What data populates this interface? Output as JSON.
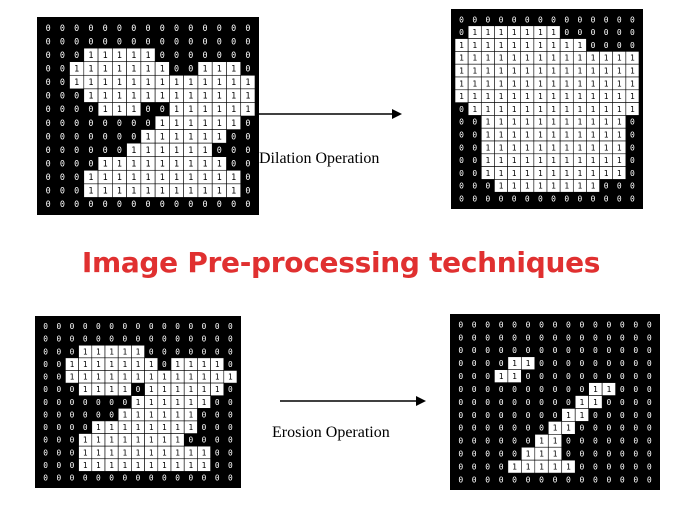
{
  "title": {
    "text": "Image Pre-processing techniques",
    "color": "#e03030"
  },
  "operations": {
    "dilation": {
      "label": "Dilation Operation"
    },
    "erosion": {
      "label": "Erosion Operation"
    }
  },
  "colors": {
    "background": "#000000",
    "foreground": "#ffffff",
    "cell_border": "#000000"
  },
  "grids": {
    "original_top": {
      "cols": 15,
      "rows": 14,
      "cells": [
        "000000000000000",
        "000000000000000",
        "000111110000000",
        "001111111001110",
        "001111111111111",
        "000111111111111",
        "000011100111111",
        "000000001111110",
        "000000011111100",
        "000000111111000",
        "000011111111100",
        "000111111111110",
        "000111111111110",
        "000000000000000"
      ]
    },
    "dilated": {
      "cols": 14,
      "rows": 15,
      "cells": [
        "00000000000000",
        "01111111000000",
        "11111111110000",
        "11111111111111",
        "11111111111111",
        "11111111111111",
        "11111111111111",
        "01111111111111",
        "00111111111110",
        "00111111111110",
        "00111111111110",
        "00111111111110",
        "00111111111110",
        "00011111111000",
        "00000000000000"
      ]
    },
    "original_bottom": {
      "cols": 15,
      "rows": 13,
      "cells": [
        "000000000000000",
        "000000000000000",
        "000111110000000",
        "001111111011110",
        "001111111111111",
        "000111101111110",
        "000000011111100",
        "000000111111000",
        "000011111111000",
        "000111111110000",
        "000111111111100",
        "000111111111100",
        "000000000000000"
      ]
    },
    "eroded": {
      "cols": 15,
      "rows": 13,
      "cells": [
        "000000000000000",
        "000000000000000",
        "000000000000000",
        "000011000000000",
        "000110000000000",
        "000000000011000",
        "000000000110000",
        "000000001100000",
        "000000011000000",
        "000000110000000",
        "000001110000000",
        "000011111000000",
        "000000000000000"
      ]
    }
  }
}
